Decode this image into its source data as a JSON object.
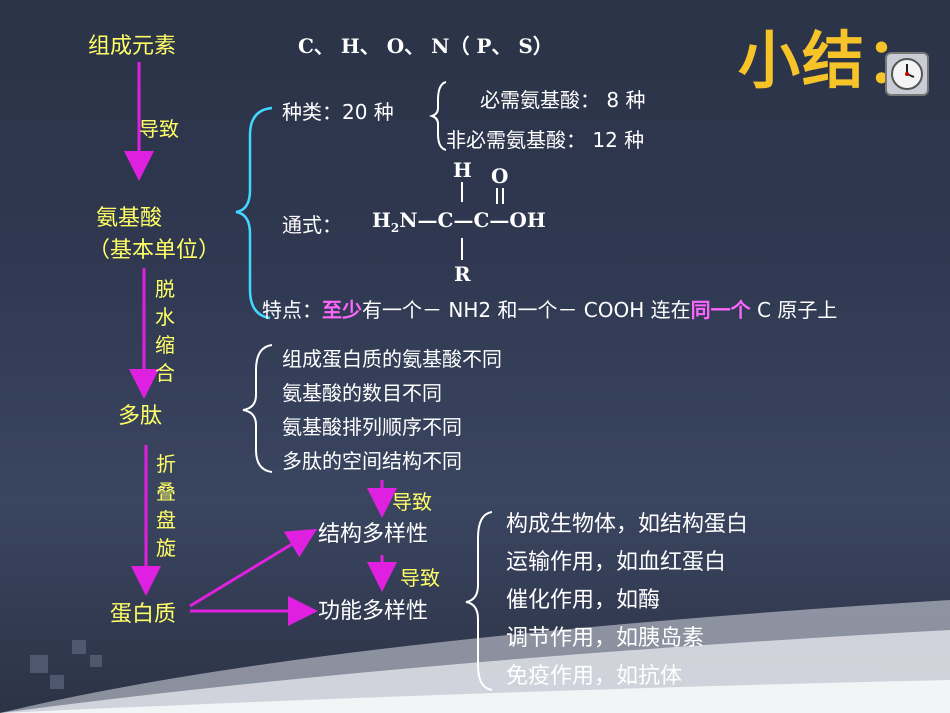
{
  "slide": {
    "title": "小结：",
    "left_chain": {
      "element": "组成元素",
      "arrow1_label": "导致",
      "amino_acid": "氨基酸",
      "basic_unit": "（基本单位）",
      "arrow2_label": "脱水缩合",
      "peptide": "多肽",
      "arrow3_label": "折叠盘旋",
      "protein": "蛋白质"
    },
    "elements_list": {
      "C": "C",
      "H": "H",
      "O": "O",
      "N": "N",
      "P": "P",
      "S": "S",
      "sep": "、",
      "lparen": "（",
      "rparen": "）"
    },
    "amino_acid_info": {
      "kinds_label": "种类：",
      "kinds_value": "20 种",
      "essential": "必需氨基酸： 8 种",
      "nonessential": "非必需氨基酸： 12 种",
      "formula_label": "通式：",
      "formula": {
        "top_H": "H",
        "top_O": "O",
        "H2N": "H",
        "sub2": "2",
        "N": "N",
        "dash": "—",
        "C1": "C",
        "C2": "C",
        "OH": "OH",
        "R": "R"
      },
      "feature_prefix": "特点：",
      "feature_emph1": "至少",
      "feature_mid1": "有一个－ NH2 和一个－ COOH 连在",
      "feature_emph2": "同一个",
      "feature_tail": " C 原子上"
    },
    "diversity_causes": [
      "组成蛋白质的氨基酸不同",
      "氨基酸的数目不同",
      "氨基酸排列顺序不同",
      "多肽的空间结构不同"
    ],
    "cause_arrow_label": "导致",
    "structural_diversity": "结构多样性",
    "functional_arrow_label": "导致",
    "functional_diversity": "功能多样性",
    "functions": [
      "构成生物体，如结构蛋白",
      "运输作用，如血红蛋白",
      "催化作用，如酶",
      "调节作用，如胰岛素",
      "免疫作用，如抗体"
    ],
    "colors": {
      "arrow": "#e020e0",
      "text_yellow": "#ffff66",
      "title": "#f6c428",
      "bracket": "#40d8ff",
      "highlight": "#ff66ff"
    },
    "icons": [
      "clock-icon"
    ]
  }
}
